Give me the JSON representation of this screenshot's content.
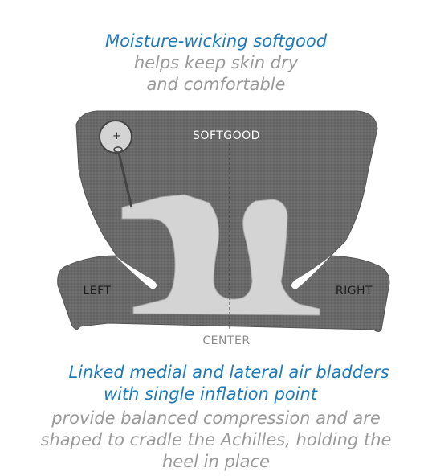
{
  "top_caption": {
    "headline": "Moisture-wicking softgood",
    "body_line1": "helps keep skin dry",
    "body_line2": "and comfortable"
  },
  "diagram_labels": {
    "softgood": "SOFTGOOD",
    "left": "LEFT",
    "right": "RIGHT",
    "center": "CENTER"
  },
  "bottom_caption": {
    "headline_line1": "Linked medial and lateral air bladders",
    "headline_line2": "with single inflation point",
    "body_line1": "provide balanced  compression and are",
    "body_line2": "shaped to cradle the Achilles, holding the",
    "body_line3": "heel in place"
  },
  "colors": {
    "accent": "#1f7ab8",
    "muted_text": "#9a9a9a",
    "softgood_fill": "#6a6a6a",
    "bladder_fill": "#d4d4d4"
  }
}
